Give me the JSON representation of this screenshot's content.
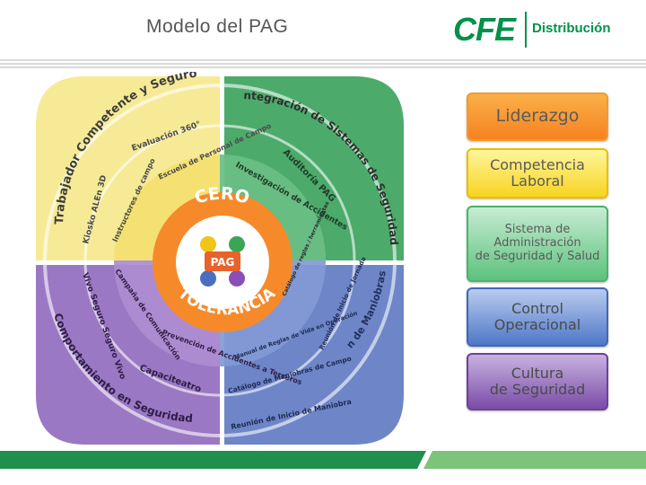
{
  "header": {
    "title": "Modelo del PAG",
    "logo_brand": "CFE",
    "logo_text": "Distribución"
  },
  "wheel": {
    "center_top": "CERO",
    "center_bottom": "TOLERANCIA",
    "center_logo": "PAG",
    "quadrants": {
      "yellow": {
        "outer": "Trabajador Competente y Seguro",
        "items": [
          "Evaluación 360°",
          "Escuela de Personal de Campo",
          "Instructores de campo",
          "Kiosko ALEn 3D"
        ]
      },
      "green": {
        "outer": "Integración de Sistemas de Seguridad",
        "items": [
          "Auditoría PAG",
          "Investigación de Accidentes",
          "Catálogo de reglas / herramientas"
        ]
      },
      "blue": {
        "outer": "Supervisión de Maniobras de Campo",
        "items": [
          "Reunión de Inicio de Jornada",
          "Manual de Reglas de Vida en Operación",
          "Catálogo de Maniobras de Campo",
          "Reunión de Inicio de Maniobra"
        ]
      },
      "purple": {
        "outer": "Comportamiento en Seguridad",
        "items": [
          "Vivo Seguro Seguro Vivo",
          "Campaña de Comunicación",
          "Prevención de Accidentes a Terceros",
          "Capaciteatro"
        ]
      }
    }
  },
  "pillars": [
    "Liderazgo",
    "Competencia\nLaboral",
    "Sistema de\nAdministración\nde Seguridad y Salud",
    "Control\nOperacional",
    "Cultura\nde Seguridad"
  ],
  "colors": {
    "yellow": "#f7e98e",
    "green": "#49a86a",
    "blue": "#6f86c6",
    "purple": "#8f6ab8",
    "orange": "#f68a2a",
    "brand_green": "#00924a"
  }
}
